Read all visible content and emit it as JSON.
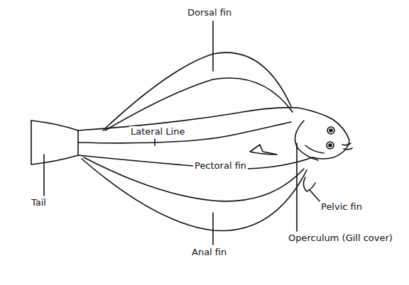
{
  "diagram": {
    "labels": [
      "Dorsal fin",
      "Lateral Line",
      "Pectoral fin",
      "Tail",
      "Pelvic fin",
      "Operculum (Gill cover)",
      "Anal fin"
    ]
  }
}
